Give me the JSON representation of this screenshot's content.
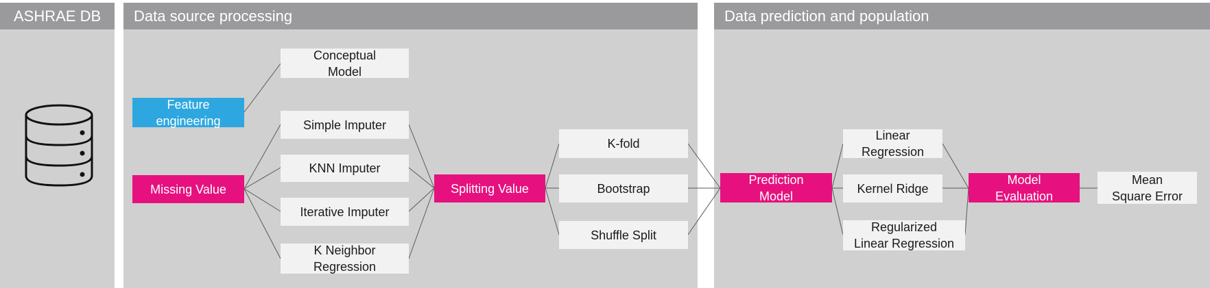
{
  "panels": {
    "db": "ASHRAE DB",
    "source": "Data source processing",
    "prediction": "Data prediction and  population"
  },
  "icons": {
    "database": "database-icon"
  },
  "colors": {
    "panel_bg": "#d0d0d0",
    "header_bg": "#9a9a9c",
    "node_bg": "#f2f2f2",
    "highlight_pink": "#e6117e",
    "highlight_blue": "#2ea7e0"
  },
  "nodes": {
    "conceptual_model": "Conceptual\nModel",
    "feature_engineering": "Feature\nengineering",
    "simple_imputer": "Simple Imputer",
    "knn_imputer": "KNN Imputer",
    "iterative_imputer": "Iterative Imputer",
    "k_neighbor_regression": "K Neighbor\nRegression",
    "missing_value": "Missing Value",
    "splitting_value": "Splitting Value",
    "k_fold": "K-fold",
    "bootstrap": "Bootstrap",
    "shuffle_split": "Shuffle Split",
    "prediction_model": "Prediction\nModel",
    "linear_regression": "Linear\nRegression",
    "kernel_ridge": "Kernel Ridge",
    "regularized_linear_regression": "Regularized\nLinear Regression",
    "model_evaluation": "Model\nEvaluation",
    "mean_square_error": "Mean\nSquare Error"
  }
}
